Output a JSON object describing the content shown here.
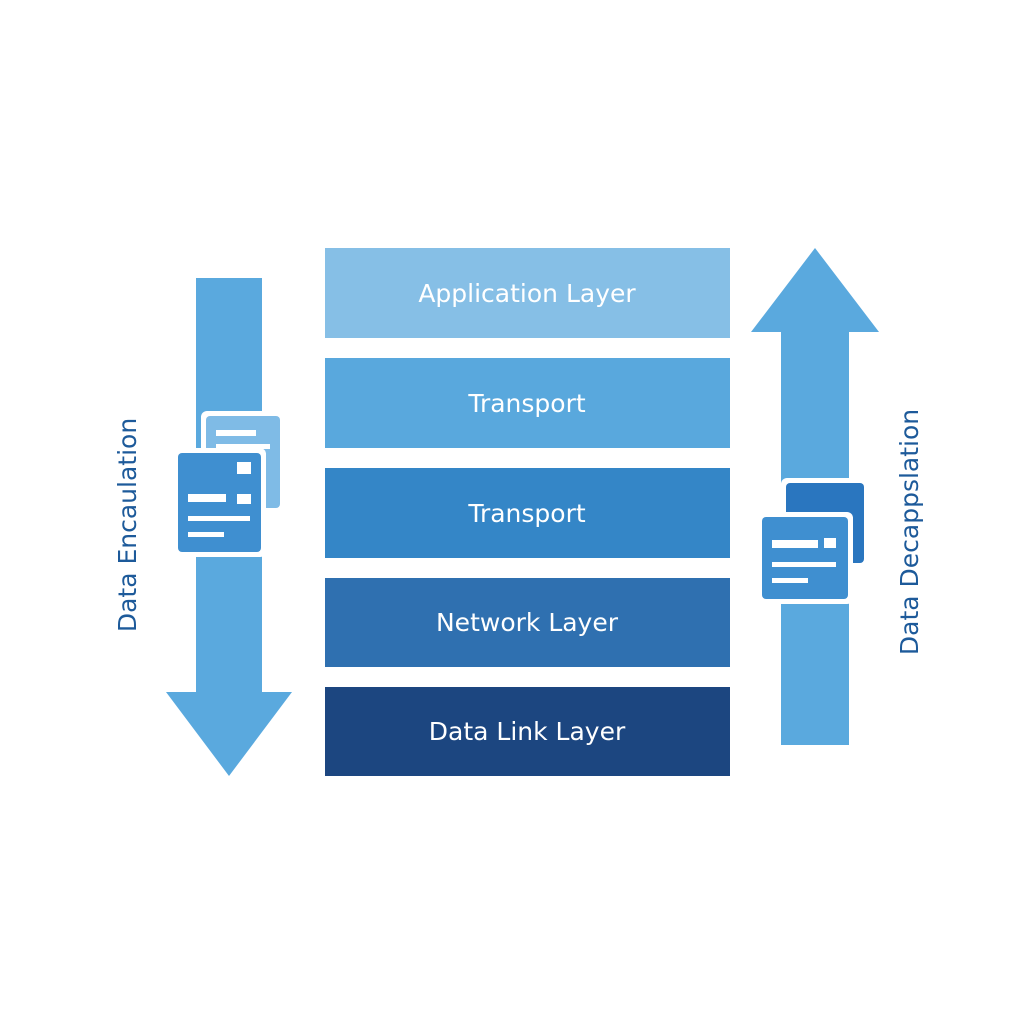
{
  "diagram": {
    "layers": [
      {
        "label": "Application Layer",
        "color": "#86bfe6"
      },
      {
        "label": "Transport",
        "color": "#59a8dd"
      },
      {
        "label": "Transport",
        "color": "#3486c7"
      },
      {
        "label": "Network Layer",
        "color": "#2f70b0"
      },
      {
        "label": "Data Link Layer",
        "color": "#1c4680"
      }
    ],
    "encapsulation": {
      "label": "Data Encaulation",
      "direction": "down",
      "arrow_color": "#5aa9de",
      "icon": "document-stack-icon"
    },
    "decapsulation": {
      "label": "Data Decappslation",
      "direction": "up",
      "arrow_color": "#5aa9de",
      "icon": "document-stack-icon"
    },
    "colors": {
      "label_text": "#1d5a9a",
      "document_back": "#7fbbe6",
      "document_front": "#3f8fd0",
      "document_back_dark": "#2a76bf"
    }
  }
}
